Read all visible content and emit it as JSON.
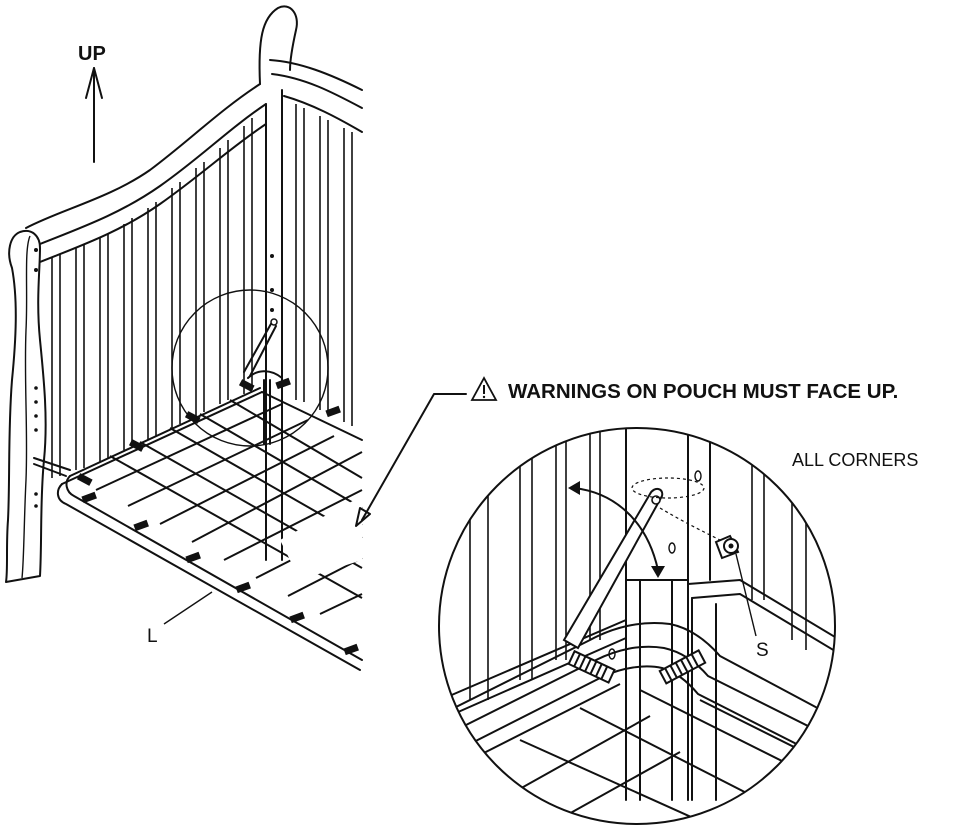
{
  "labels": {
    "direction": "UP",
    "warning": "WARNINGS ON POUCH MUST FACE UP.",
    "corners": "ALL CORNERS",
    "part_l": "L",
    "part_s": "S"
  },
  "icons": [
    "warning-triangle-icon",
    "up-arrow-icon",
    "pointer-arrow-icon",
    "rotate-arrow-icon"
  ],
  "colors": {
    "line": "#111111",
    "background": "#ffffff"
  }
}
